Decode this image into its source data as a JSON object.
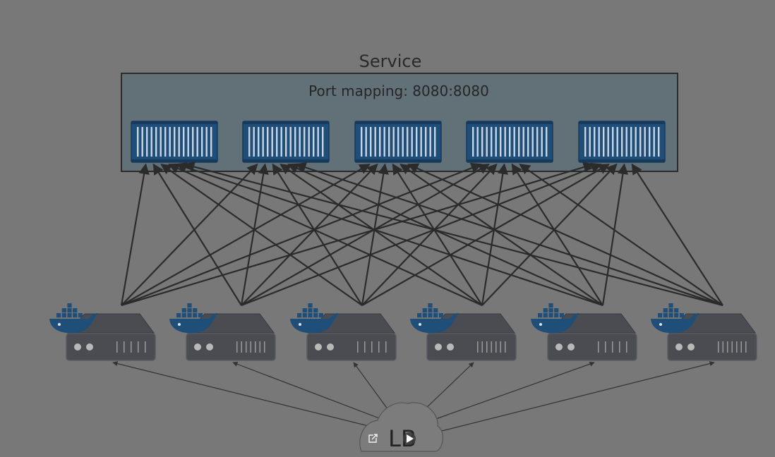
{
  "service": {
    "title": "Service",
    "port_mapping": "Port mapping: 8080:8080",
    "container_count": 5
  },
  "nodes": {
    "count": 6
  },
  "load_balancer": {
    "label": "LB"
  },
  "controls": {
    "external_link_icon": "external-link-icon",
    "play_icon": "play-icon"
  },
  "colors": {
    "background": "#787878",
    "service_box": "#627078",
    "container": "#1f4e79",
    "server": "#4a4c52",
    "docker_whale": "#1f4e79",
    "arrows": "#2b2b2b"
  }
}
